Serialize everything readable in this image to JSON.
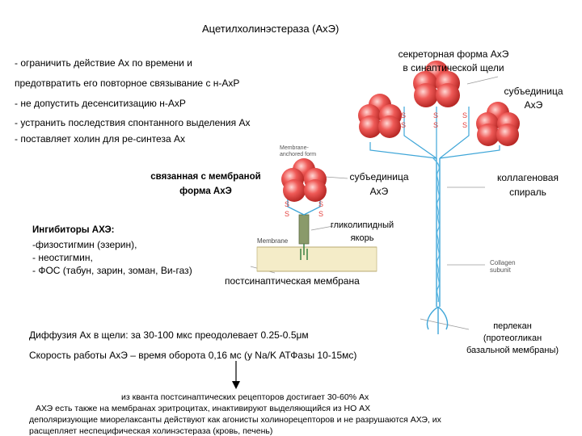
{
  "title": "Ацетилхолинэстераза (АхЭ)",
  "functions": [
    "- ограничить действие Ах по времени и",
    "предотвратить его повторное связывание с н-АхР",
    "- не допустить десенситизацию н-АхР",
    "- устранить последствия спонтанного выделения Ах",
    "- поставляет холин для ре-синтеза Ах"
  ],
  "secretory_form": [
    "секреторная форма АхЭ",
    "в синаптической щели"
  ],
  "subunit_right": [
    "субъединица",
    "АхЭ"
  ],
  "membrane_anchored_label": [
    "Membrane-",
    "anchored form"
  ],
  "membrane_bound_form": [
    "связанная с мембраной",
    "форма АхЭ"
  ],
  "subunit_mid": [
    "субъединица",
    "АхЭ"
  ],
  "collagen_spiral": [
    "коллагеновая",
    "спираль"
  ],
  "glycolipid_anchor": [
    "гликолипидный",
    "якорь"
  ],
  "membrane_label": "Membrane",
  "inhibitors": {
    "heading": "Ингибиторы АХЭ:",
    "items": [
      "-физостигмин (эзерин),",
      "- неостигмин,",
      "- ФОС (табун, зарин, зоман, Ви-газ)"
    ]
  },
  "postsynaptic_membrane": "постсинаптическая мембрана",
  "collagen_subunit": [
    "Collagen",
    "subunit"
  ],
  "perlecan": [
    "перлекан",
    "(протеогликан",
    "базальной мембраны)"
  ],
  "diffusion": "Диффузия Ах в щели: за 30-100 мкс преодолевает 0.25-0.5μм",
  "speed": "Скорость работы АхЭ – время оборота 0,16 мс (у Na/K АТФазы 10-15мс)",
  "bottom_notes": [
    "из кванта постсинаптических рецепторов достигает 30-60% Ах",
    "АХЭ есть также на мембранах эритроцитах, инактивируют выделяющийся из НО АХ",
    "деполяризующие миорелаксанты действуют как агонисты холинорецепторов и не разрушаются АХЭ, их",
    "расщепляет неспецифическая холинэстераза (кровь, печень)"
  ],
  "sulfur_symbol": "S",
  "colors": {
    "subunit": "#e4413f",
    "subunit_light": "#f7a3a0",
    "stalk": "#3fa6d8",
    "anchor": "#8a9a6a",
    "membrane": "#f4ecc8"
  }
}
